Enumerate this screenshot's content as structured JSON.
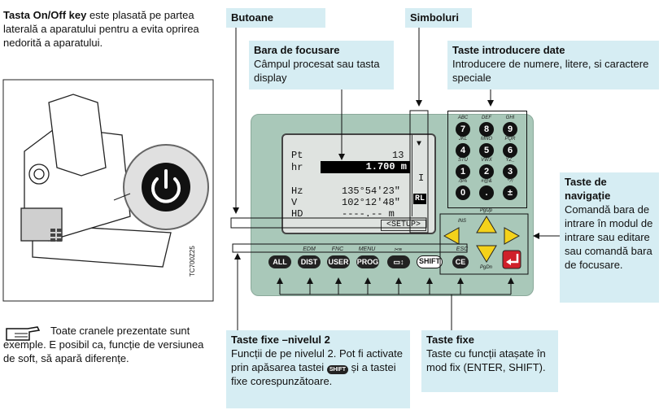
{
  "intro": {
    "bold": "Tasta On/Off key",
    "text": " este plasată pe partea laterală a aparatului pentru a evita oprirea nedorită a aparatului."
  },
  "note": {
    "text": "Toate cranele prezentate sunt exemple. E posibil ca, funcție de versiunea de soft, să apară diferențe."
  },
  "side_label": "TC700Z25",
  "callouts": {
    "butoane": {
      "title": "Butoane"
    },
    "simboluri": {
      "title": "Simboluri"
    },
    "focus": {
      "title": "Bara de focusare",
      "body": "Câmpul procesat sau tasta display"
    },
    "data_entry": {
      "title": "Taste introducere date",
      "body": "Introducere de numere, litere, si caractere speciale"
    },
    "navigation": {
      "title": "Taste de navigație",
      "body": "Comandă bara de intrare în modul de intrare sau editare sau comandă bara de focusare."
    },
    "level2": {
      "title": "Taste fixe –nivelul 2",
      "body": "Funcții de pe nivelul 2. Pot fi activate prin apăsarea tastei",
      "body2": "și a tastei fixe corespunzătoare."
    },
    "fixed": {
      "title": "Taste fixe",
      "body": "Taste cu funcții atașate în mod fix (ENTER, SHIFT)."
    }
  },
  "display": {
    "rows": [
      {
        "label": "Pt",
        "value": "13"
      },
      {
        "label": "hr",
        "value": "1.700 m"
      },
      {
        "label": "Hz",
        "value": "135°54'23\""
      },
      {
        "label": "V",
        "value": "102°12'48\""
      },
      {
        "label": "HD",
        "value": "----.-- m"
      }
    ],
    "softkey": "<SETUP>",
    "symbols": {
      "arrow": "▼",
      "cursor": "I",
      "rl": "RL"
    }
  },
  "fixed_keys": [
    {
      "label": "ALL",
      "top": ""
    },
    {
      "label": "DIST",
      "top": "EDM"
    },
    {
      "label": "USER",
      "top": "FNC"
    },
    {
      "label": "PROG",
      "top": "MENU"
    },
    {
      "label": "▭↕",
      "top": "✂≡"
    },
    {
      "label": "SHIFT",
      "top": ""
    },
    {
      "label": "CE",
      "top": "ESC"
    }
  ],
  "num_keys": [
    {
      "label": "7",
      "top": "ABC"
    },
    {
      "label": "8",
      "top": "DEF"
    },
    {
      "label": "9",
      "top": "GHI"
    },
    {
      "label": "4",
      "top": "JKL"
    },
    {
      "label": "5",
      "top": "MNO"
    },
    {
      "label": "6",
      "top": "PQR"
    },
    {
      "label": "1",
      "top": "STU"
    },
    {
      "label": "2",
      "top": "VWX"
    },
    {
      "label": "3",
      "top": "YZ_"
    },
    {
      "label": "0",
      "top": "/$%"
    },
    {
      "label": ".",
      "top": "#@&"
    },
    {
      "label": "±",
      "top": "*?!"
    }
  ],
  "nav_labels": {
    "ins": "INS",
    "pgup": "PgUp",
    "pgdn": "PgDn",
    "shift_key": "SHIFT"
  },
  "colors": {
    "callout_bg": "#d6edf3",
    "panel": "#a9c8b9",
    "nav_key": "#f4d21a",
    "enter_key": "#d0202a"
  }
}
